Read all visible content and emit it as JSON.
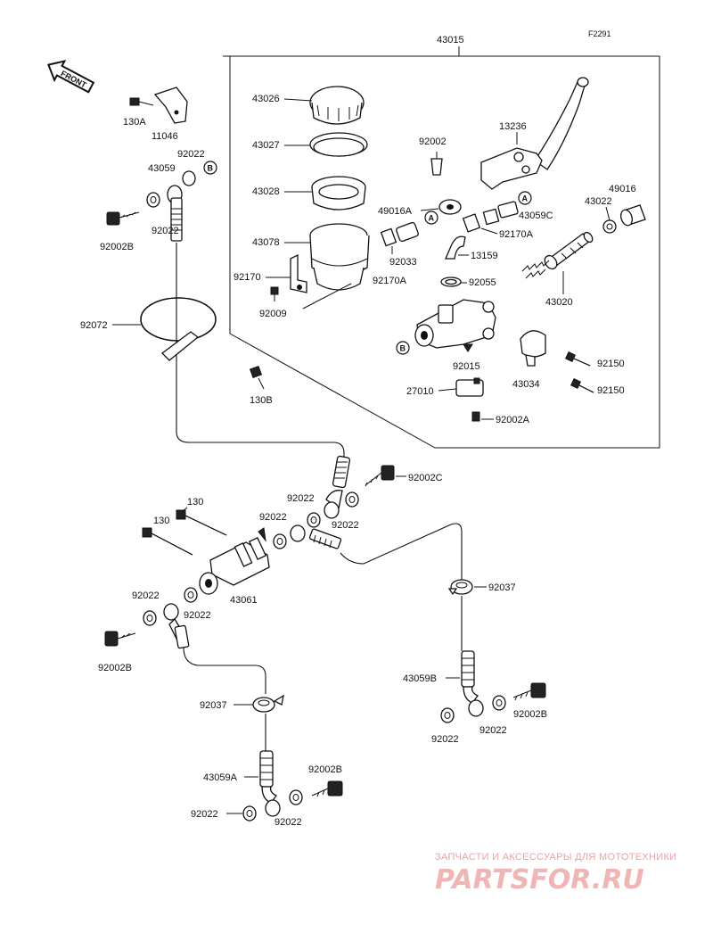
{
  "diagram": {
    "code": "F2291",
    "front_label": "FRONT",
    "group_label": "43015",
    "circle_a": "A",
    "circle_b": "B",
    "labels": {
      "l43026": "43026",
      "l43027": "43027",
      "l43028": "43028",
      "l43078": "43078",
      "l92170": "92170",
      "l92009": "92009",
      "l92002": "92002",
      "l13236": "13236",
      "l49016A": "49016A",
      "l43059C": "43059C",
      "l92170A_1": "92170A",
      "l92170A_2": "92170A",
      "l92033": "92033",
      "l13159": "13159",
      "l92055": "92055",
      "l49016": "49016",
      "l43022_top": "43022",
      "l43020": "43020",
      "l92015": "92015",
      "l43034": "43034",
      "l92150_1": "92150",
      "l92150_2": "92150",
      "l27010": "27010",
      "l92002A": "92002A",
      "l130A": "130A",
      "l11046": "11046",
      "l92022_a": "92022",
      "l43059": "43059",
      "l92022_b": "92022",
      "l92002B_a": "92002B",
      "l92072": "92072",
      "l130B": "130B",
      "l92002C": "92002C",
      "l92022_c": "92022",
      "l92022_d": "92022",
      "l92022_e": "92022",
      "l130_a": "130",
      "l130_b": "130",
      "l43061": "43061",
      "l92022_f": "92022",
      "l92022_g": "92022",
      "l92002B_b": "92002B",
      "l92037_a": "92037",
      "l92037_b": "92037",
      "l43059B": "43059B",
      "l92002B_c": "92002B",
      "l92022_h": "92022",
      "l92022_i": "92022",
      "l43059A": "43059A",
      "l92002B_d": "92002B",
      "l92022_j": "92022",
      "l92022_k": "92022"
    }
  },
  "watermark": {
    "top_text": "ЗАПЧАСТИ И АКСЕССУАРЫ ДЛЯ МОТОТЕХНИКИ",
    "brand_text": "PARTSFOR.RU",
    "color": "#e8a3a3"
  }
}
